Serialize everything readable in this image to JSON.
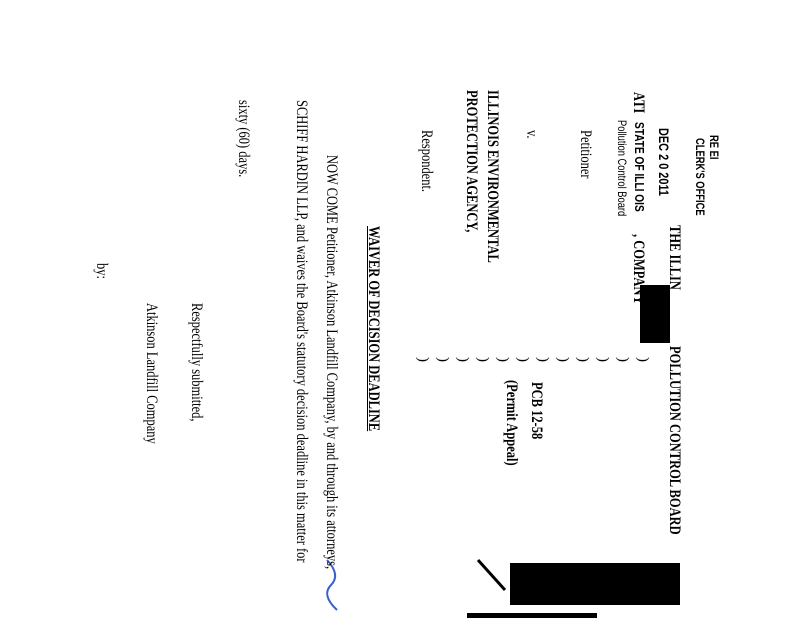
{
  "header": {
    "board_title_left": "THE ILLIN",
    "board_title_right": "POLLUTION CONTROL BOARD"
  },
  "stamp": {
    "received": "RE  EI",
    "clerks_office": "CLERK'S OFFICE",
    "date": "DEC 2 0 2011",
    "state": "STATE OF ILLI  OIS",
    "board": "Pollution Control Board"
  },
  "caption": {
    "petitioner_name_prefix": "ATI",
    "petitioner_name_suffix": ", COMPANY",
    "petitioner_label": "Petitioner",
    "versus": "v.",
    "respondent_line1": "ILLINOIS ENVIRONMENTAL",
    "respondent_line2": "PROTECTION AGENCY,",
    "respondent_label": "Respondent.",
    "case_number": "PCB 12-58",
    "case_type": "(Permit Appeal)",
    "paren": ")"
  },
  "body": {
    "title": "WAIVER OF DECISION DEADLINE",
    "line1": "NOW COME Petitioner, Atkinson Landfill Company, by and through its attorneys,",
    "line2": "SCHIFF HARDIN LLP, and waives the Board's statutory decision deadline in this matter for",
    "line3": "sixty (60) days."
  },
  "signature": {
    "closing": "Respectfully submitted,",
    "company": "Atkinson Landfill Company",
    "by": "by:"
  }
}
